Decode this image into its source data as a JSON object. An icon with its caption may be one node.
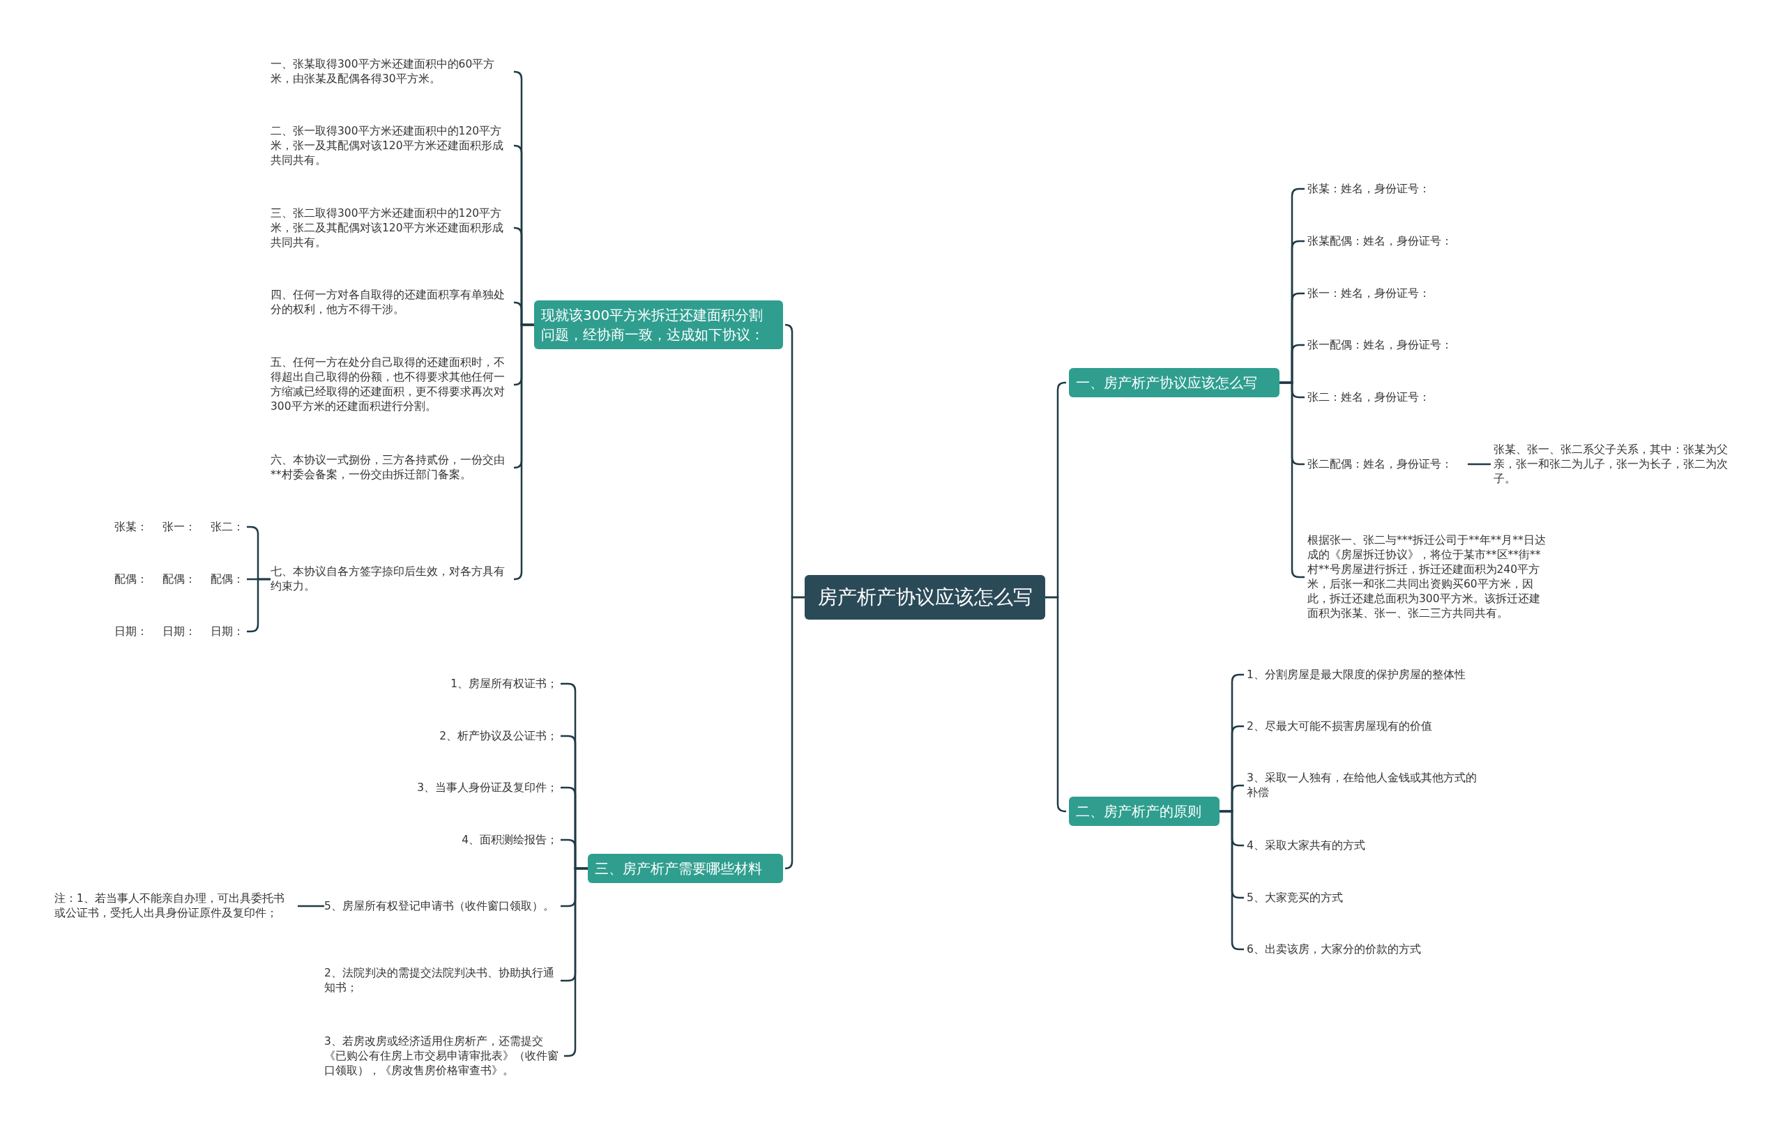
{
  "diagram": {
    "nodes": [
      {
        "text": [
          "房产析产协议应该怎么写"
        ]
      },
      {
        "text": [
          "现就该300平方米拆迁还建面积分割问题，经协商一致，达成如下协议："
        ]
      },
      {
        "text": [
          "一、张某取得300平方米还建面积中的60平方米，由张某及配偶各得30平方米。"
        ]
      },
      {
        "text": [
          "二、张一取得300平方米还建面积中的120平方米，张一及其配偶对该120平方米还建面积形成共同共有。"
        ]
      },
      {
        "text": [
          "三、张二取得300平方米还建面积中的120平方米，张二及其配偶对该120平方米还建面积形成共同共有。"
        ]
      },
      {
        "text": [
          "四、任何一方对各自取得的还建面积享有单独处分的权利，他方不得干涉。"
        ]
      },
      {
        "text": [
          "五、任何一方在处分自己取得的还建面积时，不得超出自己取得的份额，也不得要求其他任何一方缩减已经取得的还建面积，更不得要求再次对300平方米的还建面积进行分割。"
        ]
      },
      {
        "text": [
          "六、本协议一式捌份，三方各持贰份，一份交由**村委会备案，一份交由拆迁部门备案。"
        ]
      },
      {
        "text": [
          "七、本协议自各方签字捺印后生效，对各方具有约束力。"
        ]
      },
      {
        "text": [
          "张某： 张一： 张二："
        ]
      },
      {
        "text": [
          "配偶： 配偶： 配偶："
        ]
      },
      {
        "text": [
          "日期： 日期： 日期："
        ]
      },
      {
        "text": [
          "三、房产析产需要哪些材料"
        ]
      },
      {
        "text": [
          "1、房屋所有权证书；"
        ]
      },
      {
        "text": [
          "2、析产协议及公证书；"
        ]
      },
      {
        "text": [
          "3、当事人身份证及复印件；"
        ]
      },
      {
        "text": [
          "4、面积测绘报告；"
        ]
      },
      {
        "text": [
          "5、房屋所有权登记申请书（收件窗口领取）。"
        ]
      },
      {
        "text": [
          "2、法院判决的需提交法院判决书、协助执行通知书；"
        ]
      },
      {
        "text": [
          "3、若房改房或经济适用住房析产，还需提交《已购公有住房上市交易申请审批表》（收件窗口领取），《房改售房价格审查书》。"
        ]
      },
      {
        "text": [
          "注：1、若当事人不能亲自办理，可出具委托书或公证书，受托人出具身份证原件及复印件；"
        ]
      },
      {
        "text": [
          "一、房产析产协议应该怎么写"
        ]
      },
      {
        "text": [
          "张某：姓名，身份证号："
        ]
      },
      {
        "text": [
          "张某配偶：姓名，身份证号："
        ]
      },
      {
        "text": [
          "张一：姓名，身份证号："
        ]
      },
      {
        "text": [
          "张一配偶：姓名，身份证号："
        ]
      },
      {
        "text": [
          "张二：姓名，身份证号："
        ]
      },
      {
        "text": [
          "张二配偶：姓名，身份证号："
        ]
      },
      {
        "text": [
          "根据张一、张二与***拆迁公司于**年**月**日达成的《房屋拆迁协议》，将位于某市**区**街**村**号房屋进行拆迁，拆迁还建面积为240平方米，后张一和张二共同出资购买60平方米，因此，拆迁还建总面积为300平方米。该拆迁还建面积为张某、张一、张二三方共同共有。"
        ]
      },
      {
        "text": [
          "张某、张一、张二系父子关系，其中：张某为父亲，张一和张二为儿子，张一为长子，张二为次子。"
        ]
      },
      {
        "text": [
          "二、房产析产的原则"
        ]
      },
      {
        "text": [
          "1、分割房屋是最大限度的保护房屋的整体性"
        ]
      },
      {
        "text": [
          "2、尽最大可能不损害房屋现有的价值"
        ]
      },
      {
        "text": [
          "3、采取一人独有，在给他人金钱或其他方式的补偿"
        ]
      },
      {
        "text": [
          "4、采取大家共有的方式"
        ]
      },
      {
        "text": [
          "5、大家竞买的方式"
        ]
      },
      {
        "text": [
          "6、出卖该房，大家分的价款的方式"
        ]
      }
    ],
    "edges": [
      {
        "from": 0,
        "to": 1,
        "arrow": "none"
      },
      {
        "from": 0,
        "to": 12,
        "arrow": "none"
      },
      {
        "from": 0,
        "to": 21,
        "arrow": "none"
      },
      {
        "from": 0,
        "to": 30,
        "arrow": "none"
      },
      {
        "from": 1,
        "to": 2,
        "arrow": "none"
      },
      {
        "from": 1,
        "to": 3,
        "arrow": "none"
      },
      {
        "from": 1,
        "to": 4,
        "arrow": "none"
      },
      {
        "from": 1,
        "to": 5,
        "arrow": "none"
      },
      {
        "from": 1,
        "to": 6,
        "arrow": "none"
      },
      {
        "from": 1,
        "to": 7,
        "arrow": "none"
      },
      {
        "from": 1,
        "to": 8,
        "arrow": "none"
      },
      {
        "from": 8,
        "to": 9,
        "arrow": "none"
      },
      {
        "from": 8,
        "to": 10,
        "arrow": "none"
      },
      {
        "from": 8,
        "to": 11,
        "arrow": "none"
      },
      {
        "from": 12,
        "to": 13,
        "arrow": "none"
      },
      {
        "from": 12,
        "to": 14,
        "arrow": "none"
      },
      {
        "from": 12,
        "to": 15,
        "arrow": "none"
      },
      {
        "from": 12,
        "to": 16,
        "arrow": "none"
      },
      {
        "from": 12,
        "to": 17,
        "arrow": "none"
      },
      {
        "from": 12,
        "to": 18,
        "arrow": "none"
      },
      {
        "from": 12,
        "to": 19,
        "arrow": "none"
      },
      {
        "from": 17,
        "to": 20,
        "arrow": "none"
      },
      {
        "from": 21,
        "to": 22,
        "arrow": "none"
      },
      {
        "from": 21,
        "to": 23,
        "arrow": "none"
      },
      {
        "from": 21,
        "to": 24,
        "arrow": "none"
      },
      {
        "from": 21,
        "to": 25,
        "arrow": "none"
      },
      {
        "from": 21,
        "to": 26,
        "arrow": "none"
      },
      {
        "from": 21,
        "to": 27,
        "arrow": "none"
      },
      {
        "from": 21,
        "to": 28,
        "arrow": "none"
      },
      {
        "from": 27,
        "to": 29,
        "arrow": "none"
      },
      {
        "from": 30,
        "to": 31,
        "arrow": "none"
      },
      {
        "from": 30,
        "to": 32,
        "arrow": "none"
      },
      {
        "from": 30,
        "to": 33,
        "arrow": "none"
      },
      {
        "from": 30,
        "to": 34,
        "arrow": "none"
      },
      {
        "from": 30,
        "to": 35,
        "arrow": "none"
      },
      {
        "from": 30,
        "to": 36,
        "arrow": "none"
      }
    ]
  }
}
